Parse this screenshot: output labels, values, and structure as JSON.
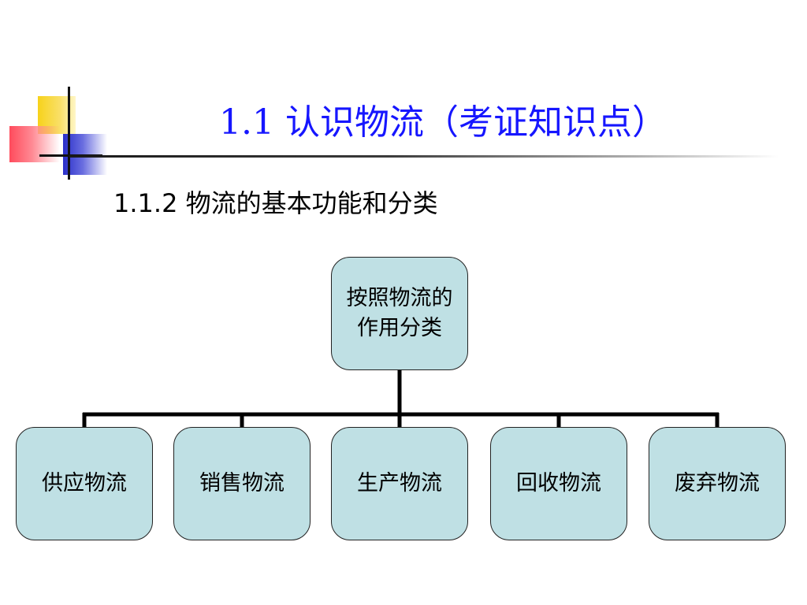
{
  "slide": {
    "title": "1.1  认识物流（考证知识点）",
    "subtitle": "1.1.2 物流的基本功能和分类"
  },
  "diagram": {
    "root": {
      "label": "按照物流的作用分类"
    },
    "children": [
      {
        "label": "供应物流"
      },
      {
        "label": "销售物流"
      },
      {
        "label": "生产物流"
      },
      {
        "label": "回收物流"
      },
      {
        "label": "废弃物流"
      }
    ]
  },
  "colors": {
    "title": "#1616ff",
    "node_fill": "#bfe0e4",
    "node_border": "#222222",
    "connector": "#000000",
    "logo_yellow": "#f7d21a",
    "logo_red": "#ff4b5c",
    "logo_blue": "#2a2fc9"
  }
}
